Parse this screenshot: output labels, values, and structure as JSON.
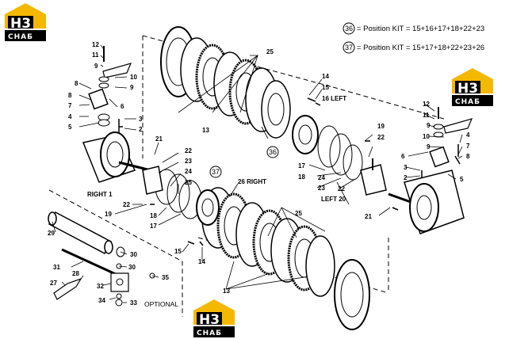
{
  "watermark": {
    "letters": "H3",
    "text": "СНАБ"
  },
  "kits": [
    {
      "number": "36",
      "text": "= Position KIT = 15+16+17+18+22+23"
    },
    {
      "number": "37",
      "text": "= Position KIT = 15+17+18+22+23+26"
    }
  ],
  "labels": {
    "optional": "OPTIONAL",
    "right1": "RIGHT 1",
    "right26": "26 RIGHT",
    "left16": "16 LEFT",
    "left20": "LEFT 20"
  },
  "callouts": [
    "1",
    "2",
    "3",
    "4",
    "5",
    "6",
    "7",
    "8",
    "9",
    "10",
    "11",
    "12",
    "13",
    "14",
    "15",
    "16",
    "17",
    "18",
    "19",
    "20",
    "21",
    "22",
    "23",
    "24",
    "25",
    "26",
    "27",
    "28",
    "29",
    "30",
    "31",
    "32",
    "33",
    "34",
    "35",
    "36",
    "37"
  ]
}
